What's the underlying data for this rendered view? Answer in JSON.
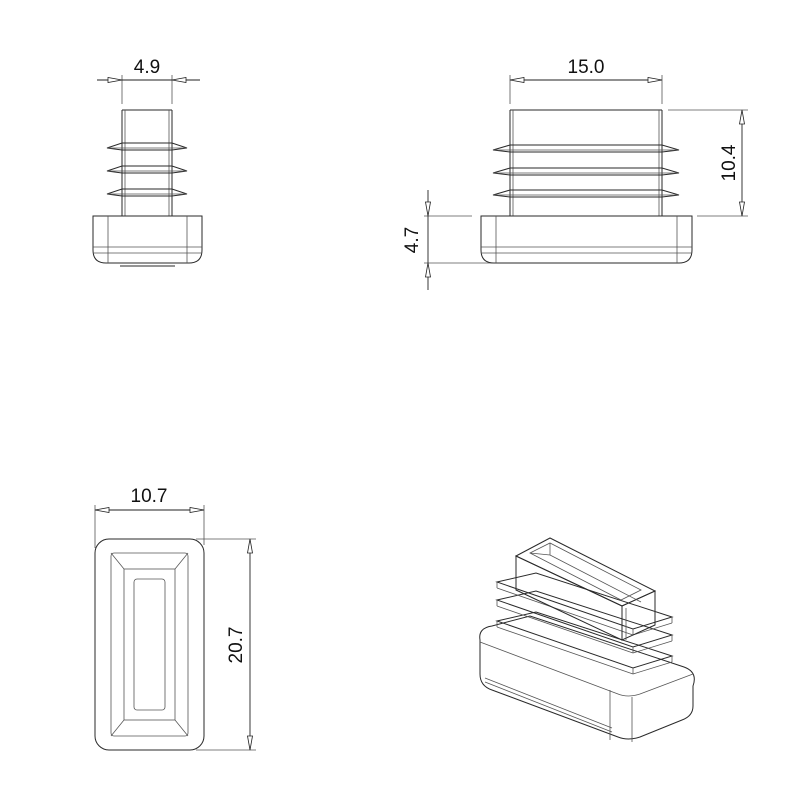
{
  "drawing": {
    "type": "technical-drawing",
    "subject": "rectangular ribbed tube end cap / insert plug",
    "views": [
      {
        "id": "side-view",
        "dimension_label": "4.9"
      },
      {
        "id": "front-view",
        "dimension_labels": {
          "width": "15.0",
          "insert_height": "10.4",
          "cap_height": "4.7"
        }
      },
      {
        "id": "top-view",
        "dimension_labels": {
          "width": "10.7",
          "length": "20.7"
        }
      },
      {
        "id": "isometric-view"
      }
    ]
  },
  "labels": {
    "side_width": "4.9",
    "front_width": "15.0",
    "front_insert_height": "10.4",
    "front_cap_height": "4.7",
    "top_width": "10.7",
    "top_length": "20.7"
  },
  "colors": {
    "line": "#2a2a2a",
    "background": "#ffffff"
  }
}
